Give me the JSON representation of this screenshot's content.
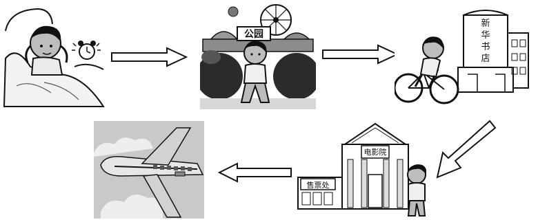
{
  "scenes": {
    "park_sign": "公园",
    "bookstore_sign": [
      "新",
      "华",
      "书",
      "店"
    ],
    "cinema_sign": "电影院",
    "ticket_office": "售票处"
  },
  "colors": {
    "ink": "#111111",
    "mid_gray": "#8a8a8a",
    "light_gray": "#d6d6d6",
    "sky_gray": "#c9c9c9"
  },
  "icons": [
    "right-arrow-icon",
    "down-left-arrow-icon",
    "left-arrow-icon"
  ]
}
